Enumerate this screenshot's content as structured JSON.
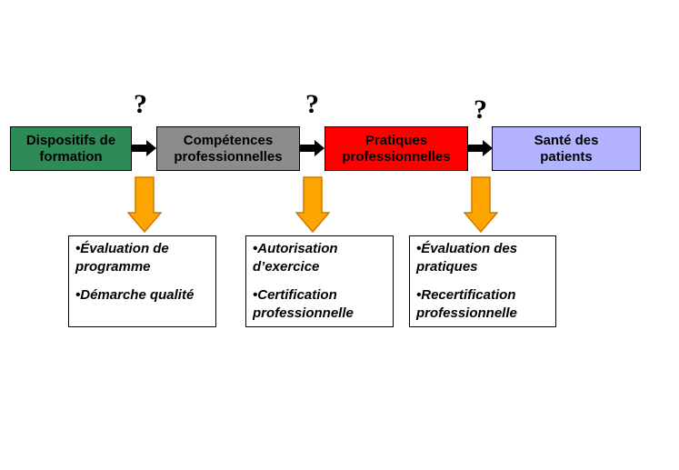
{
  "boxes": [
    {
      "label": "Dispositifs de\nformation",
      "fill": "#2e8b57",
      "text_color": "#000000"
    },
    {
      "label": "Compétences\nprofessionnelles",
      "fill": "#8c8c8c",
      "text_color": "#000000"
    },
    {
      "label": "Pratiques\nprofessionnelles",
      "fill": "#ff0000",
      "text_color": "#000000"
    },
    {
      "label": "Santé des\npatients",
      "fill": "#b3b3ff",
      "text_color": "#000000"
    }
  ],
  "question_marks": [
    "?",
    "?",
    "?"
  ],
  "notes": [
    {
      "items": [
        "•Évaluation de programme",
        "•Démarche qualité"
      ]
    },
    {
      "items": [
        "•Autorisation d’exercice",
        "•Certification professionnelle"
      ]
    },
    {
      "items": [
        "•Évaluation des pratiques",
        "•Recertification professionnelle"
      ]
    }
  ],
  "colors": {
    "down_arrow_fill": "#ffa500",
    "down_arrow_stroke": "#cc7a00",
    "connector_arrow": "#000000"
  }
}
